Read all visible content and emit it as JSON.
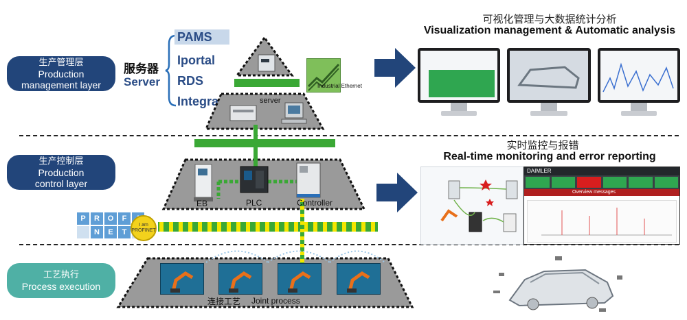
{
  "layers": [
    {
      "cn": "生产管理层",
      "en": "Production management layer"
    },
    {
      "cn": "生产控制层",
      "en": "Production control layer"
    },
    {
      "cn": "工艺执行",
      "en": "Process execution"
    }
  ],
  "server": {
    "cn": "服务器",
    "en": "Server",
    "items": [
      "PAMS",
      "Iportal",
      "RDS",
      "Integra"
    ],
    "node_label": "server"
  },
  "ethernet_label": "Industrial Ethernet",
  "profinet": {
    "letters": [
      "P",
      "R",
      "O",
      "F",
      "I",
      "N",
      "E",
      "T"
    ],
    "badge": "I am PROFINET"
  },
  "control": {
    "eb": "EB",
    "plc": "PLC",
    "controller": "Controller"
  },
  "process": {
    "cn": "连接工艺",
    "en": "Joint process"
  },
  "visualization": {
    "cn": "可视化管理与大数据统计分析",
    "en": "Visualization management & Automatic analysis"
  },
  "monitoring": {
    "cn": "实时监控与报错",
    "en": "Real-time monitoring and error reporting",
    "screen_brand": "DAIMLER",
    "screen_title": "Overview messages"
  },
  "colors": {
    "navy": "#22457a",
    "teal": "#4fb0a5",
    "green": "#3aa835",
    "yellow": "#f3e600",
    "arrow": "#22457a"
  }
}
